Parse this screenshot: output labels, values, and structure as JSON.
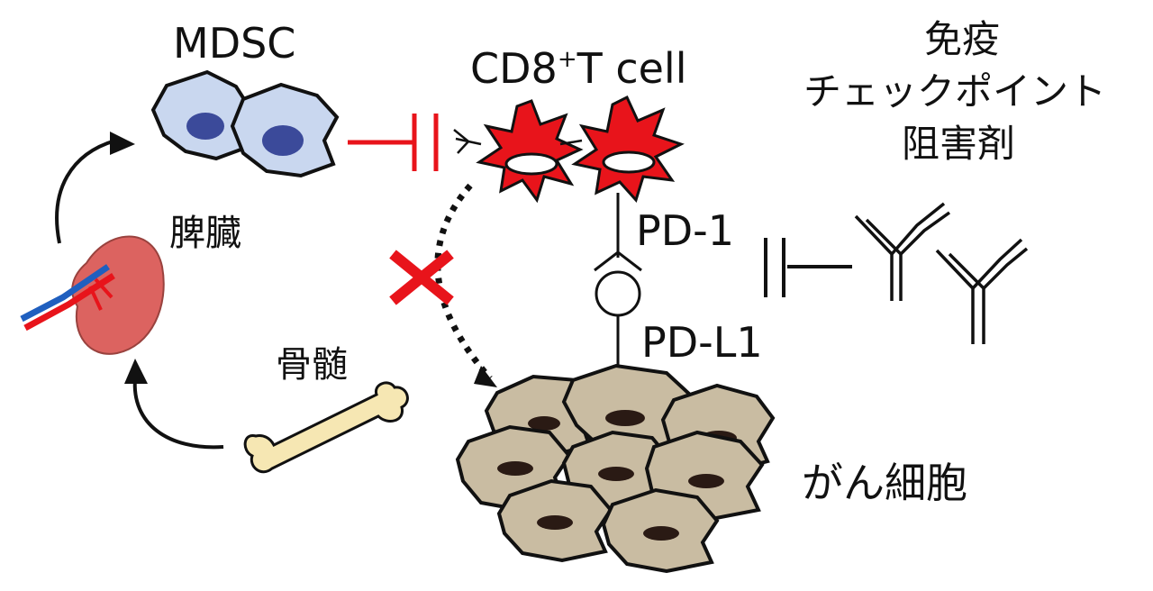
{
  "labels": {
    "mdsc": "MDSC",
    "cd8_prefix": "CD8",
    "cd8_sup": "+",
    "cd8_suffix": "T cell",
    "checkpoint_line1": "免疫",
    "checkpoint_line2": "チェックポイント",
    "checkpoint_line3": "阻害剤",
    "spleen": "脾臓",
    "bone_marrow": "骨髄",
    "pd1": "PD-1",
    "pdl1": "PD-L1",
    "cancer_cells": "がん細胞"
  },
  "colors": {
    "mdsc_fill": "#c9d7ef",
    "mdsc_nucleus": "#3b4a9a",
    "tcell": "#e8141b",
    "inhibit": "#e8141b",
    "cross": "#e8141b",
    "spleen": "#d9534f",
    "vessel_blue": "#1f5fbf",
    "bone": "#f6e7b3",
    "cancer_fill": "#c9bca2",
    "cancer_nucleus": "#2a1a14",
    "line": "#111111"
  }
}
